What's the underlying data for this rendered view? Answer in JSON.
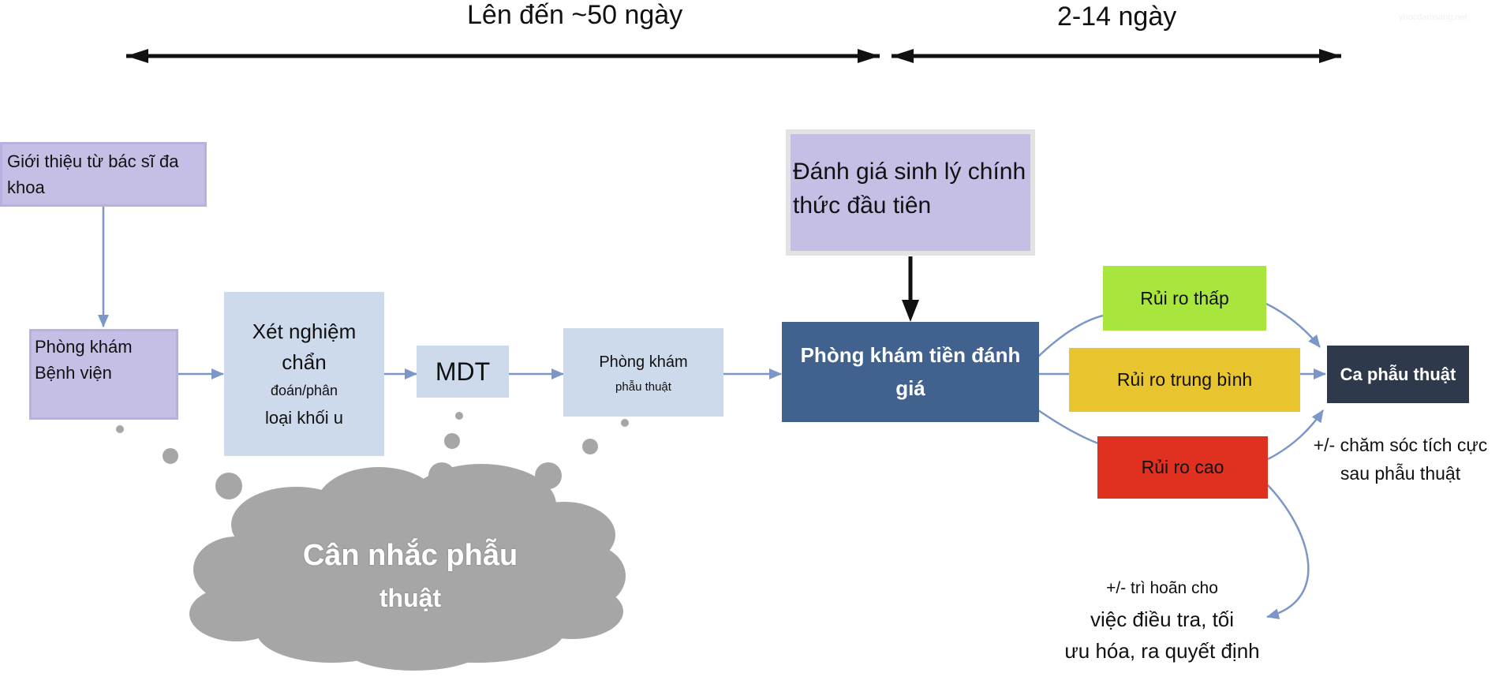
{
  "timeline": {
    "left_label": "Lên đến ~50 ngày",
    "right_label": "2-14 ngày"
  },
  "watermark": "yhocdamsang.net",
  "nodes": {
    "referral": "Giới thiệu từ bác sĩ đa khoa",
    "hospital_clinic": "Phòng khám Bệnh viện",
    "diagnostic_test_title": "Xét nghiệm chẩn",
    "diagnostic_test_small": "đoán/phân",
    "diagnostic_test_tail": "loại khối u",
    "mdt": "MDT",
    "surgical_clinic_title": "Phòng khám",
    "surgical_clinic_small": "phẫu thuật",
    "first_physio_assessment": "Đánh giá sinh lý chính thức đầu tiên",
    "preassessment_clinic": "Phòng khám tiền đánh giá",
    "low_risk": "Rủi ro thấp",
    "medium_risk": "Rủi ro trung bình",
    "high_risk": "Rủi ro cao",
    "surgery": "Ca phẫu thuật"
  },
  "notes": {
    "postop_care": "+/- chăm sóc tích cực sau phẫu thuật",
    "delay_line1": "+/- trì hoãn cho",
    "delay_line2": "việc điều tra, tối",
    "delay_line3": "ưu hóa, ra quyết định"
  },
  "cloud": {
    "line1": "Cân nhắc phẫu",
    "line2": "thuật"
  },
  "colors": {
    "purple": "#c5bfe6",
    "light_blue": "#ccdaeb",
    "dark_blue": "#41628f",
    "green": "#a8e63e",
    "yellow": "#e8c42e",
    "red": "#e03020",
    "navy": "#2e3a4c",
    "arrow_blue": "#7b96c7",
    "cloud_gray": "#a6a6a6"
  }
}
